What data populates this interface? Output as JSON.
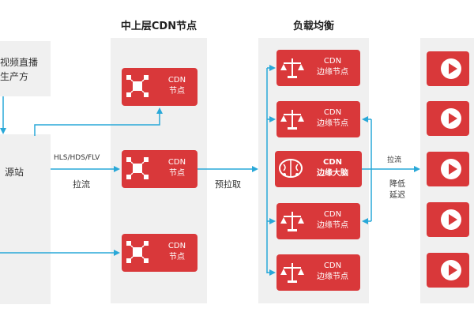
{
  "headings": {
    "mid_layer": "中上层CDN节点",
    "load_balance": "负载均衡"
  },
  "source": {
    "producer_label_line1": "视频直播",
    "producer_label_line2": "生产方",
    "origin_label": "源站"
  },
  "edge_labels": {
    "protocols": "HLS/HDS/FLV",
    "pull": "拉流",
    "prefetch": "预拉取",
    "pull_right": "拉流",
    "latency_line1": "降低",
    "latency_line2": "延迟"
  },
  "mid_nodes": [
    {
      "line1": "CDN",
      "line2": "节点"
    },
    {
      "line1": "CDN",
      "line2": "节点"
    },
    {
      "line1": "CDN",
      "line2": "节点"
    }
  ],
  "edge_nodes": [
    {
      "line1": "CDN",
      "line2": "边缘节点"
    },
    {
      "line1": "CDN",
      "line2": "边缘节点"
    },
    {
      "line1": "CDN",
      "line2": "边缘大脑"
    },
    {
      "line1": "CDN",
      "line2": "边缘节点"
    },
    {
      "line1": "CDN",
      "line2": "边缘节点"
    }
  ],
  "colors": {
    "node_red": "#d9383a",
    "arrow_blue": "#29a8d8",
    "panel_gray": "#f0f0f0"
  },
  "icons": [
    "network-node-icon",
    "balance-scale-icon",
    "brain-icon",
    "play-icon"
  ]
}
